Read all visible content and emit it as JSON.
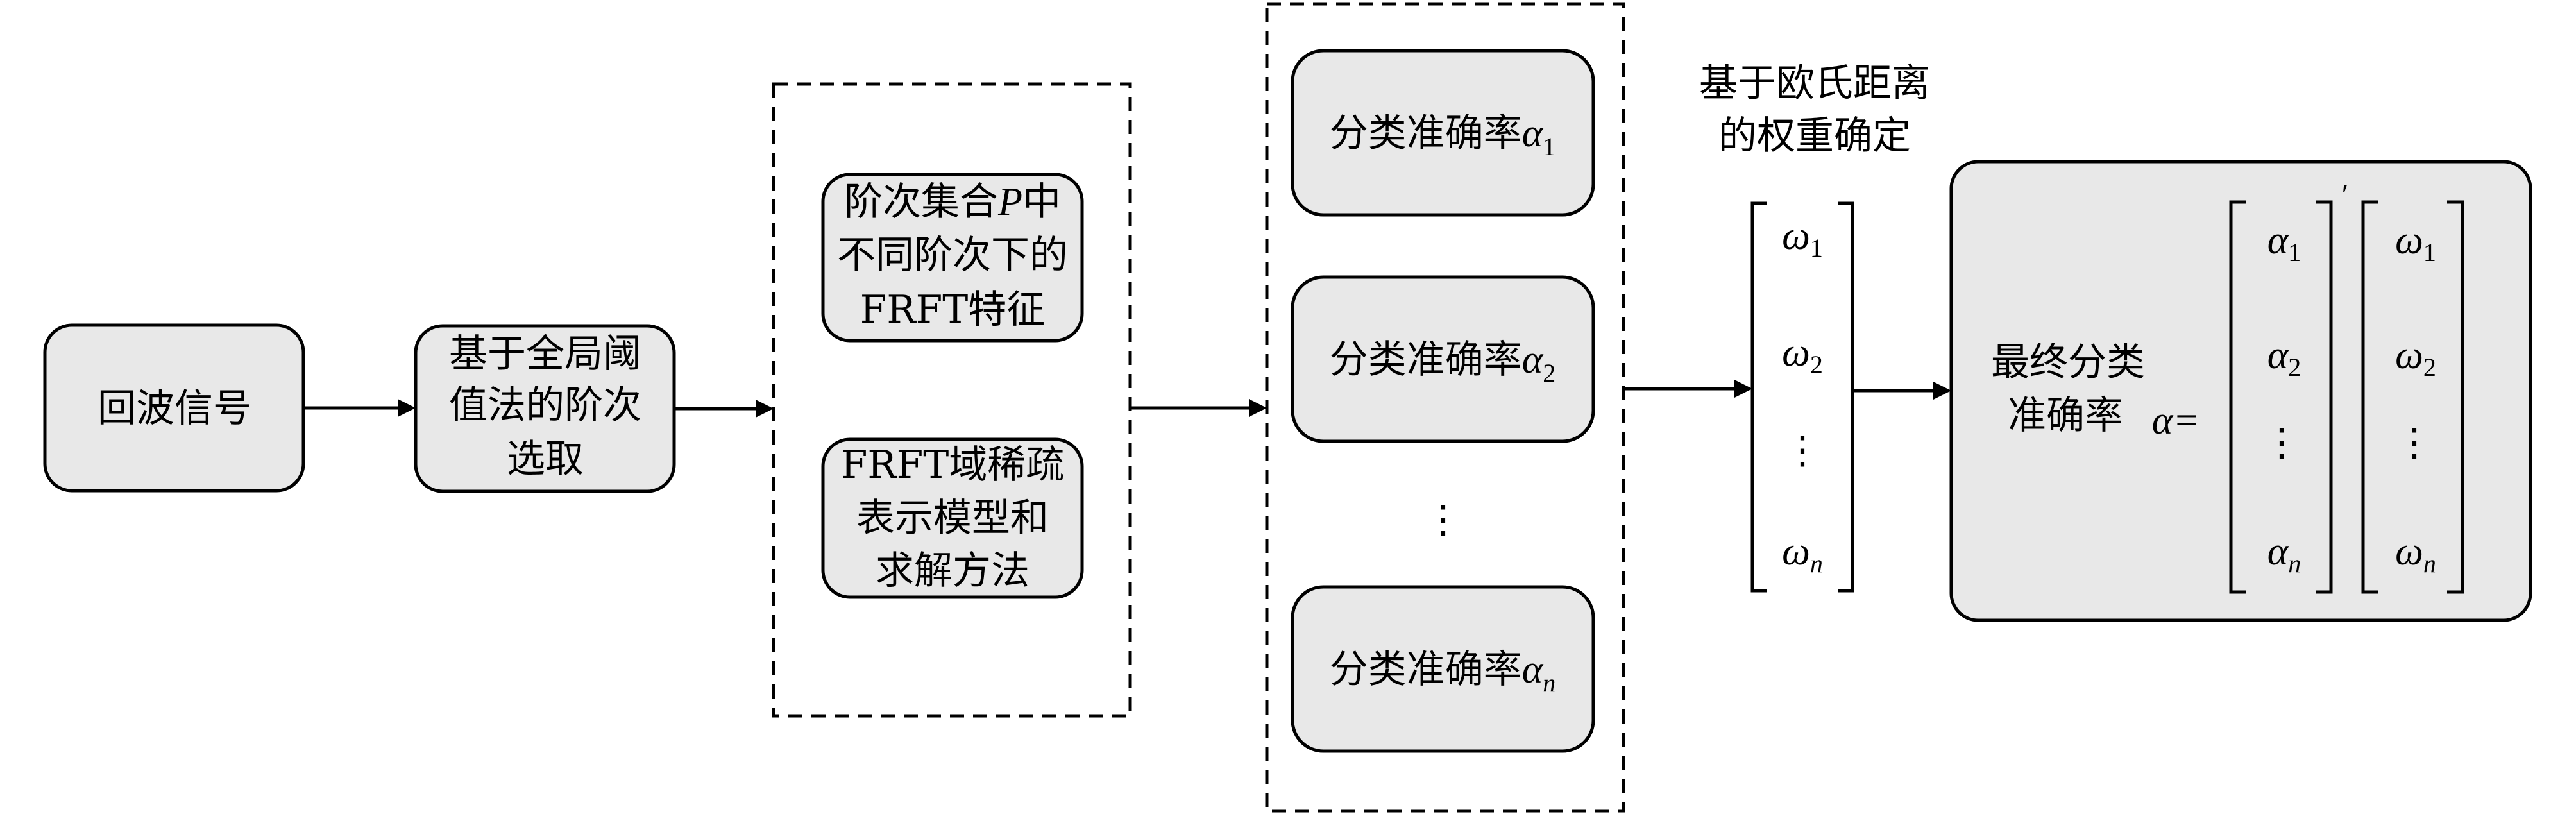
{
  "diagram": {
    "echo_signal": {
      "label": "回波信号"
    },
    "order_selection": {
      "lines": [
        "基于全局阈",
        "值法的阶次",
        "选取"
      ]
    },
    "feature_group": {
      "frft_features": {
        "lines": [
          "阶次集合",
          "不同阶次下的",
          "FRFT特征"
        ],
        "set_symbol": "P",
        "line1_suffix": "中"
      },
      "sparse_model": {
        "lines": [
          "FRFT域稀疏",
          "表示模型和",
          "求解方法"
        ]
      }
    },
    "accuracy_group": {
      "prefix": "分类准确率",
      "symbol": "α",
      "items": [
        {
          "subscript": "1"
        },
        {
          "subscript": "2"
        },
        {
          "subscript": "n"
        }
      ],
      "ellipsis": "⋮"
    },
    "weight_heading": {
      "lines": [
        "基于欧氏距离",
        "的权重确定"
      ]
    },
    "weight_vector": {
      "symbol": "ω",
      "entries": [
        "1",
        "2",
        "⋮",
        "n"
      ]
    },
    "final_result": {
      "label_lines": [
        "最终分类",
        "准确率"
      ],
      "equation_lhs": "α=",
      "alpha_vector": {
        "symbol": "α",
        "entries": [
          "1",
          "2",
          "⋮",
          "n"
        ]
      },
      "transpose_mark": "′",
      "omega_vector": {
        "symbol": "ω",
        "entries": [
          "1",
          "2",
          "⋮",
          "n"
        ]
      }
    }
  }
}
